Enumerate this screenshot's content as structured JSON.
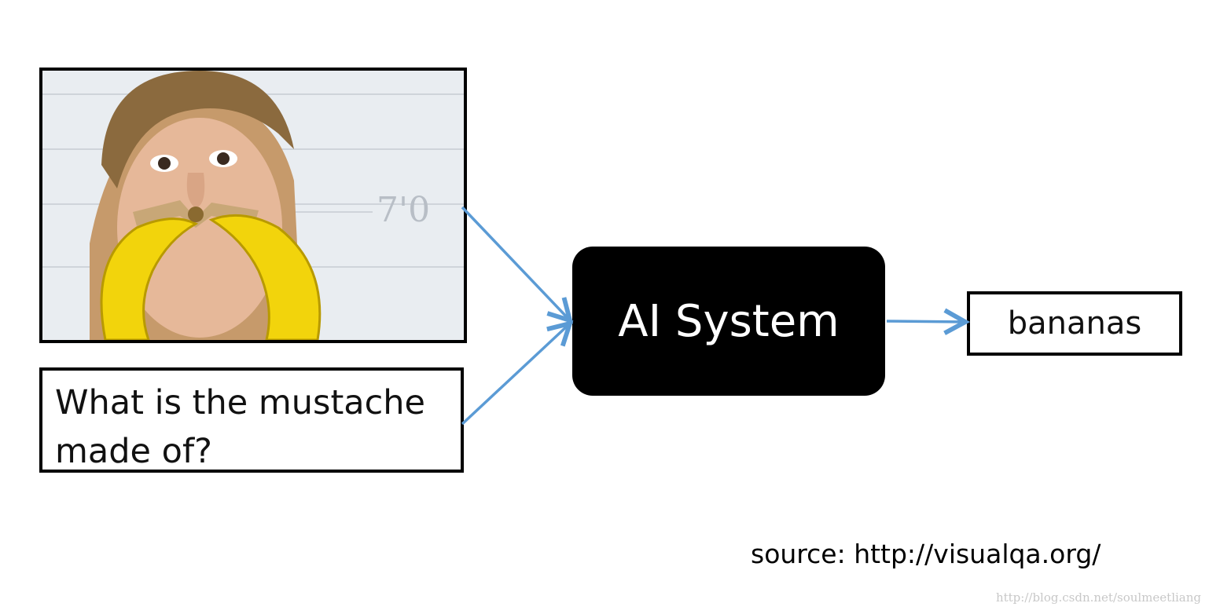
{
  "photo": {
    "scene": "woman-with-banana-mustache",
    "wall_marking": "7'0"
  },
  "question": {
    "text": "What is the mustache made of?"
  },
  "system": {
    "label": "AI System"
  },
  "answer": {
    "label": "bananas"
  },
  "source": {
    "text": "source: http://visualqa.org/"
  },
  "watermark": {
    "text": "http://blog.csdn.net/soulmeetliang"
  },
  "colors": {
    "arrow": "#5b9bd5",
    "banana": "#f2d40c",
    "box_fill": "#000000"
  }
}
